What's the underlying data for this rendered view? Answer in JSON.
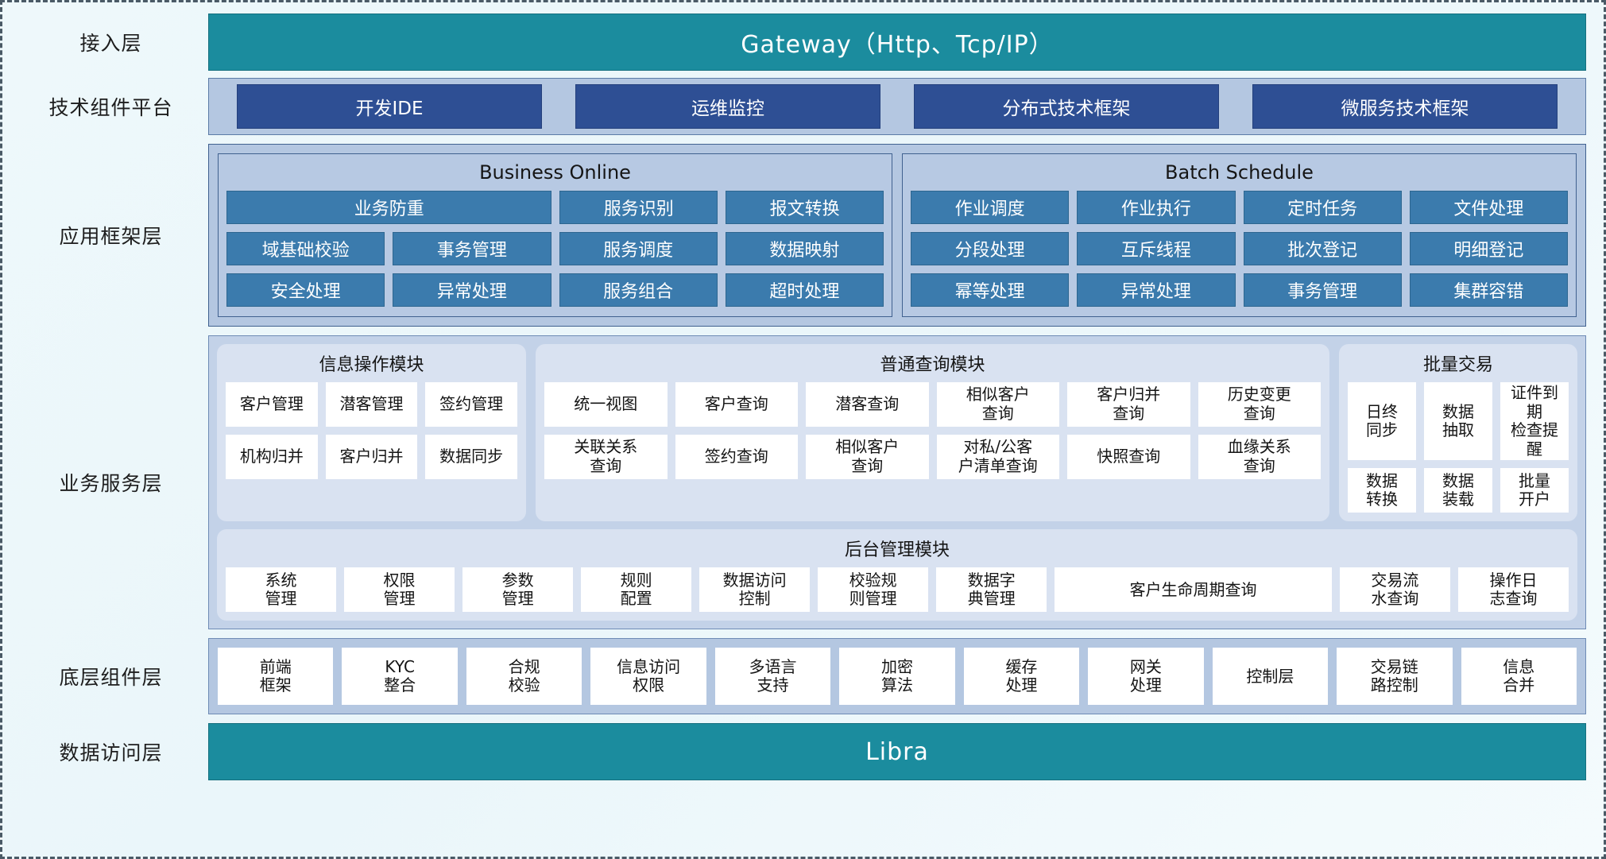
{
  "layers": [
    {
      "name": "接入层",
      "kind": "teal",
      "title": "Gateway（Http、Tcp/IP）"
    },
    {
      "name": "技术组件平台",
      "kind": "tech",
      "chips": [
        "开发IDE",
        "运维监控",
        "分布式技术框架",
        "微服务技术框架"
      ]
    },
    {
      "name": "应用框架层",
      "kind": "app"
    },
    {
      "name": "业务服务层",
      "kind": "svc"
    },
    {
      "name": "底层组件层",
      "kind": "comp"
    },
    {
      "name": "数据访问层",
      "kind": "teal",
      "title": "Libra"
    }
  ],
  "app_framework": {
    "groups": [
      {
        "title": "Business Online",
        "rows": [
          [
            {
              "label": "业务防重",
              "span": 2
            },
            {
              "label": "服务识别",
              "span": 1
            },
            {
              "label": "报文转换",
              "span": 1
            }
          ],
          [
            {
              "label": "域基础校验",
              "span": 1
            },
            {
              "label": "事务管理",
              "span": 1
            },
            {
              "label": "服务调度",
              "span": 1
            },
            {
              "label": "数据映射",
              "span": 1
            }
          ],
          [
            {
              "label": "安全处理",
              "span": 1
            },
            {
              "label": "异常处理",
              "span": 1
            },
            {
              "label": "服务组合",
              "span": 1
            },
            {
              "label": "超时处理",
              "span": 1
            }
          ]
        ]
      },
      {
        "title": "Batch Schedule",
        "rows": [
          [
            {
              "label": "作业调度",
              "span": 1
            },
            {
              "label": "作业执行",
              "span": 1
            },
            {
              "label": "定时任务",
              "span": 1
            },
            {
              "label": "文件处理",
              "span": 1
            }
          ],
          [
            {
              "label": "分段处理",
              "span": 1
            },
            {
              "label": "互斥线程",
              "span": 1
            },
            {
              "label": "批次登记",
              "span": 1
            },
            {
              "label": "明细登记",
              "span": 1
            }
          ],
          [
            {
              "label": "幂等处理",
              "span": 1
            },
            {
              "label": "异常处理",
              "span": 1
            },
            {
              "label": "事务管理",
              "span": 1
            },
            {
              "label": "集群容错",
              "span": 1
            }
          ]
        ]
      }
    ]
  },
  "business_service": {
    "top_groups": [
      {
        "title": "信息操作模块",
        "rows": [
          [
            "客户管理",
            "潜客管理",
            "签约管理"
          ],
          [
            "机构归并",
            "客户归并",
            "数据同步"
          ]
        ]
      },
      {
        "title": "普通查询模块",
        "rows": [
          [
            "统一视图",
            "客户查询",
            "潜客查询",
            "相似客户\n查询",
            "客户归并\n查询",
            "历史变更\n查询"
          ],
          [
            "关联关系\n查询",
            "签约查询",
            "相似客户\n查询",
            "对私/公客\n户清单查询",
            "快照查询",
            "血缘关系\n查询"
          ]
        ]
      },
      {
        "title": "批量交易",
        "rows": [
          [
            "日终\n同步",
            "数据\n抽取",
            "证件到期\n检查提醒"
          ],
          [
            "数据\n转换",
            "数据\n装载",
            "批量\n开户"
          ]
        ]
      }
    ],
    "admin_group": {
      "title": "后台管理模块",
      "cells": [
        {
          "label": "系统\n管理",
          "wide": false
        },
        {
          "label": "权限\n管理",
          "wide": false
        },
        {
          "label": "参数\n管理",
          "wide": false
        },
        {
          "label": "规则\n配置",
          "wide": false
        },
        {
          "label": "数据访问\n控制",
          "wide": false
        },
        {
          "label": "校验规\n则管理",
          "wide": false
        },
        {
          "label": "数据字\n典管理",
          "wide": false
        },
        {
          "label": "客户生命周期查询",
          "wide": true
        },
        {
          "label": "交易流\n水查询",
          "wide": false
        },
        {
          "label": "操作日\n志查询",
          "wide": false
        }
      ]
    }
  },
  "bottom_components": [
    "前端\n框架",
    "KYC\n整合",
    "合规\n校验",
    "信息访问\n权限",
    "多语言\n支持",
    "加密\n算法",
    "缓存\n处理",
    "网关\n处理",
    "控制层",
    "交易链\n路控制",
    "信息\n合并"
  ],
  "colors": {
    "teal": "#1b8c9e",
    "band_blue": "#b4c7e1",
    "chip_navy": "#2e4f94",
    "cell_blue": "#3b7bad",
    "group_light": "#d9e2f1"
  }
}
